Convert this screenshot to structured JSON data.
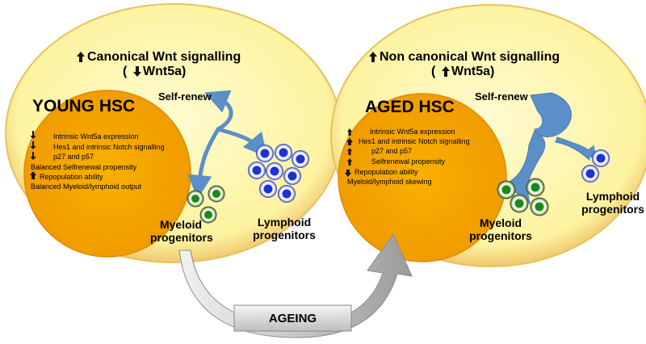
{
  "left_cell": {
    "header_line1": "Canonical Wnt signalling",
    "header_line2": "Wnt5a)",
    "title": "YOUNG HSC",
    "self_renew": "Self-renew",
    "items": [
      "Intrinsic Wnt5a expression",
      "Hes1 and intrinsic Notch signalling",
      "p27 and p57",
      "Balanced Selfrenewal propensity",
      "Repopulation ability",
      "Balanced Myeloid/lymphoid output"
    ],
    "myeloid_label": "Myeloid progenitors",
    "lymphoid_label": "Lymphoid progenitors"
  },
  "right_cell": {
    "header_line1": "Non canonical Wnt signalling",
    "header_line2": "Wnt5a)",
    "title": "AGED HSC",
    "self_renew": "Self-renew",
    "items": [
      "Intrinsic Wnt5a expression",
      "Hes1 and intrinsic Notch signalling",
      "p27 and p57",
      "Selfrenewal propensity",
      "Repopulation ability",
      "Myeloid/lymphoid skewing"
    ],
    "myeloid_label": "Myeloid progenitors",
    "lymphoid_label": "Lymphoid progenitors"
  },
  "ageing_label": "AGEING",
  "colors": {
    "outer_cell": "#fdf6a6",
    "nucleus": "#f5a300",
    "arrow_blue": "#5b8fc7",
    "lymphoid_cell": "#1a33d1",
    "myeloid_cell": "#1a8a1a"
  }
}
